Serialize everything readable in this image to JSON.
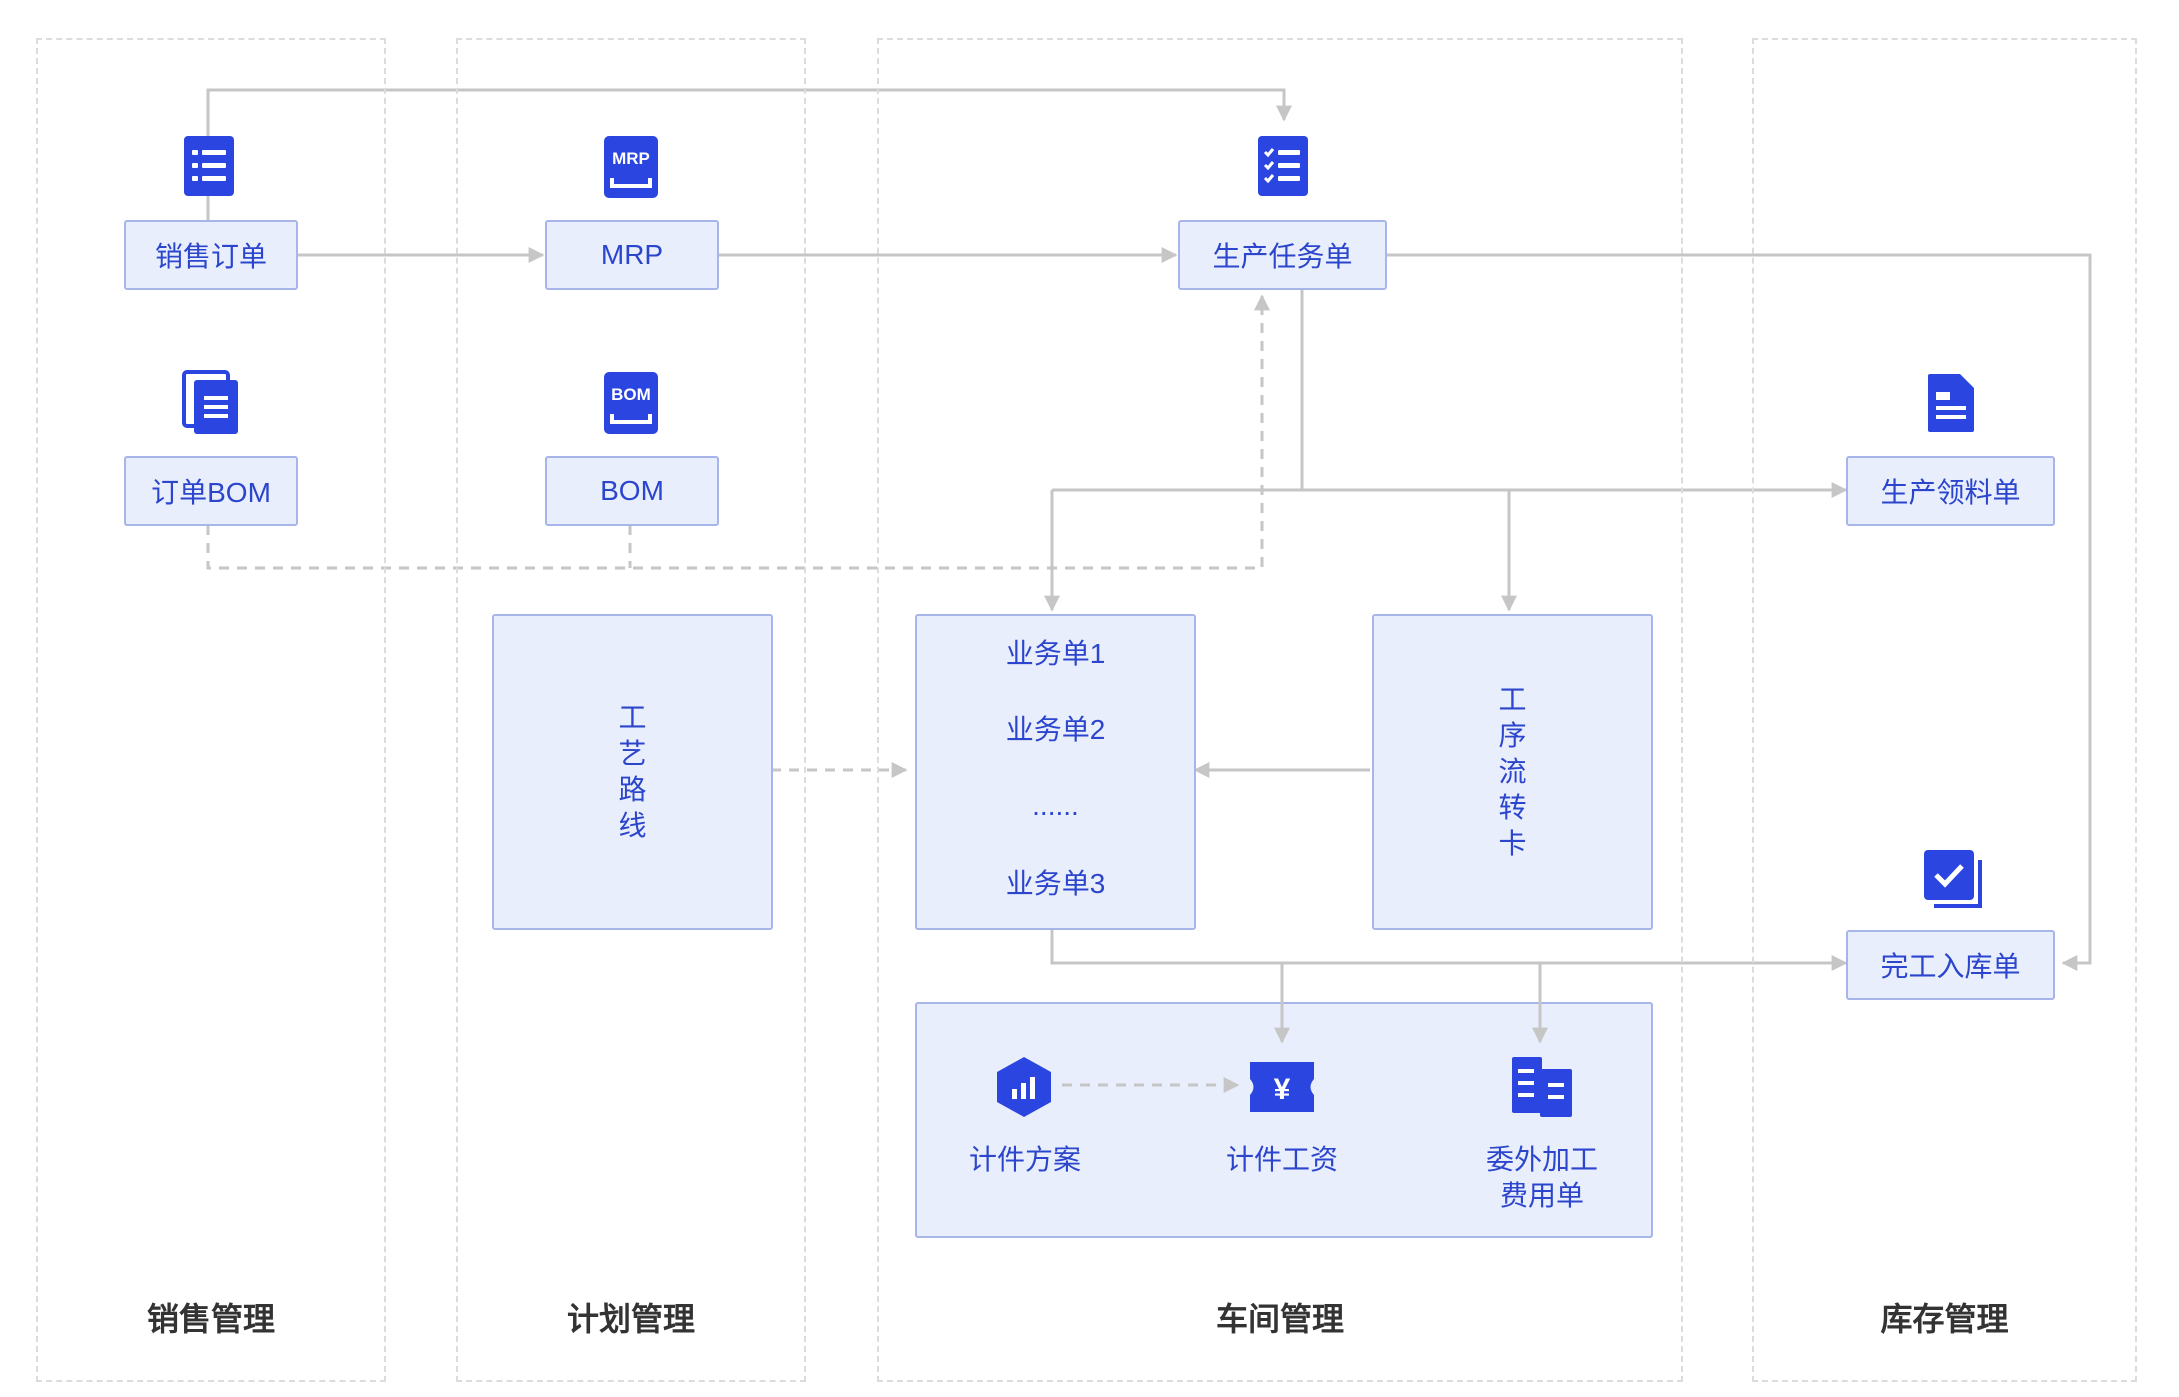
{
  "lanes": {
    "sales": "销售管理",
    "plan": "计划管理",
    "workshop": "车间管理",
    "inventory": "库存管理"
  },
  "nodes": {
    "sales_order": "销售订单",
    "order_bom": "订单BOM",
    "mrp": "MRP",
    "bom": "BOM",
    "production_task": "生产任务单",
    "material_requisition": "生产领料单",
    "completion_receipt": "完工入库单",
    "process_route": [
      "工",
      "艺",
      "路",
      "线"
    ],
    "process_card": [
      "工",
      "序",
      "流",
      "转",
      "卡"
    ],
    "business_orders": [
      "业务单1",
      "业务单2",
      "......",
      "业务单3"
    ],
    "piece_plan": "计件方案",
    "piece_wage": "计件工资",
    "outsource_fee": [
      "委外加工",
      "费用单"
    ]
  },
  "icons": {
    "sales_order": "list-document-icon",
    "order_bom": "stacked-documents-icon",
    "mrp": "mrp-badge-icon",
    "bom": "bom-badge-icon",
    "production_task": "checklist-icon",
    "material_requisition": "document-icon",
    "completion_receipt": "check-box-icon",
    "piece_plan": "hexagon-chart-icon",
    "piece_wage": "yen-ticket-icon",
    "outsource_fee": "split-document-icon",
    "mrp_badge_text": "MRP",
    "bom_badge_text": "BOM",
    "yen_symbol": "¥"
  },
  "colors": {
    "accent": "#2b45e0",
    "node_fill": "#e9eefc",
    "node_border": "#a7b5ea",
    "connector": "#c6c6c6",
    "lane_border": "#dcdcdc",
    "title": "#333333"
  }
}
